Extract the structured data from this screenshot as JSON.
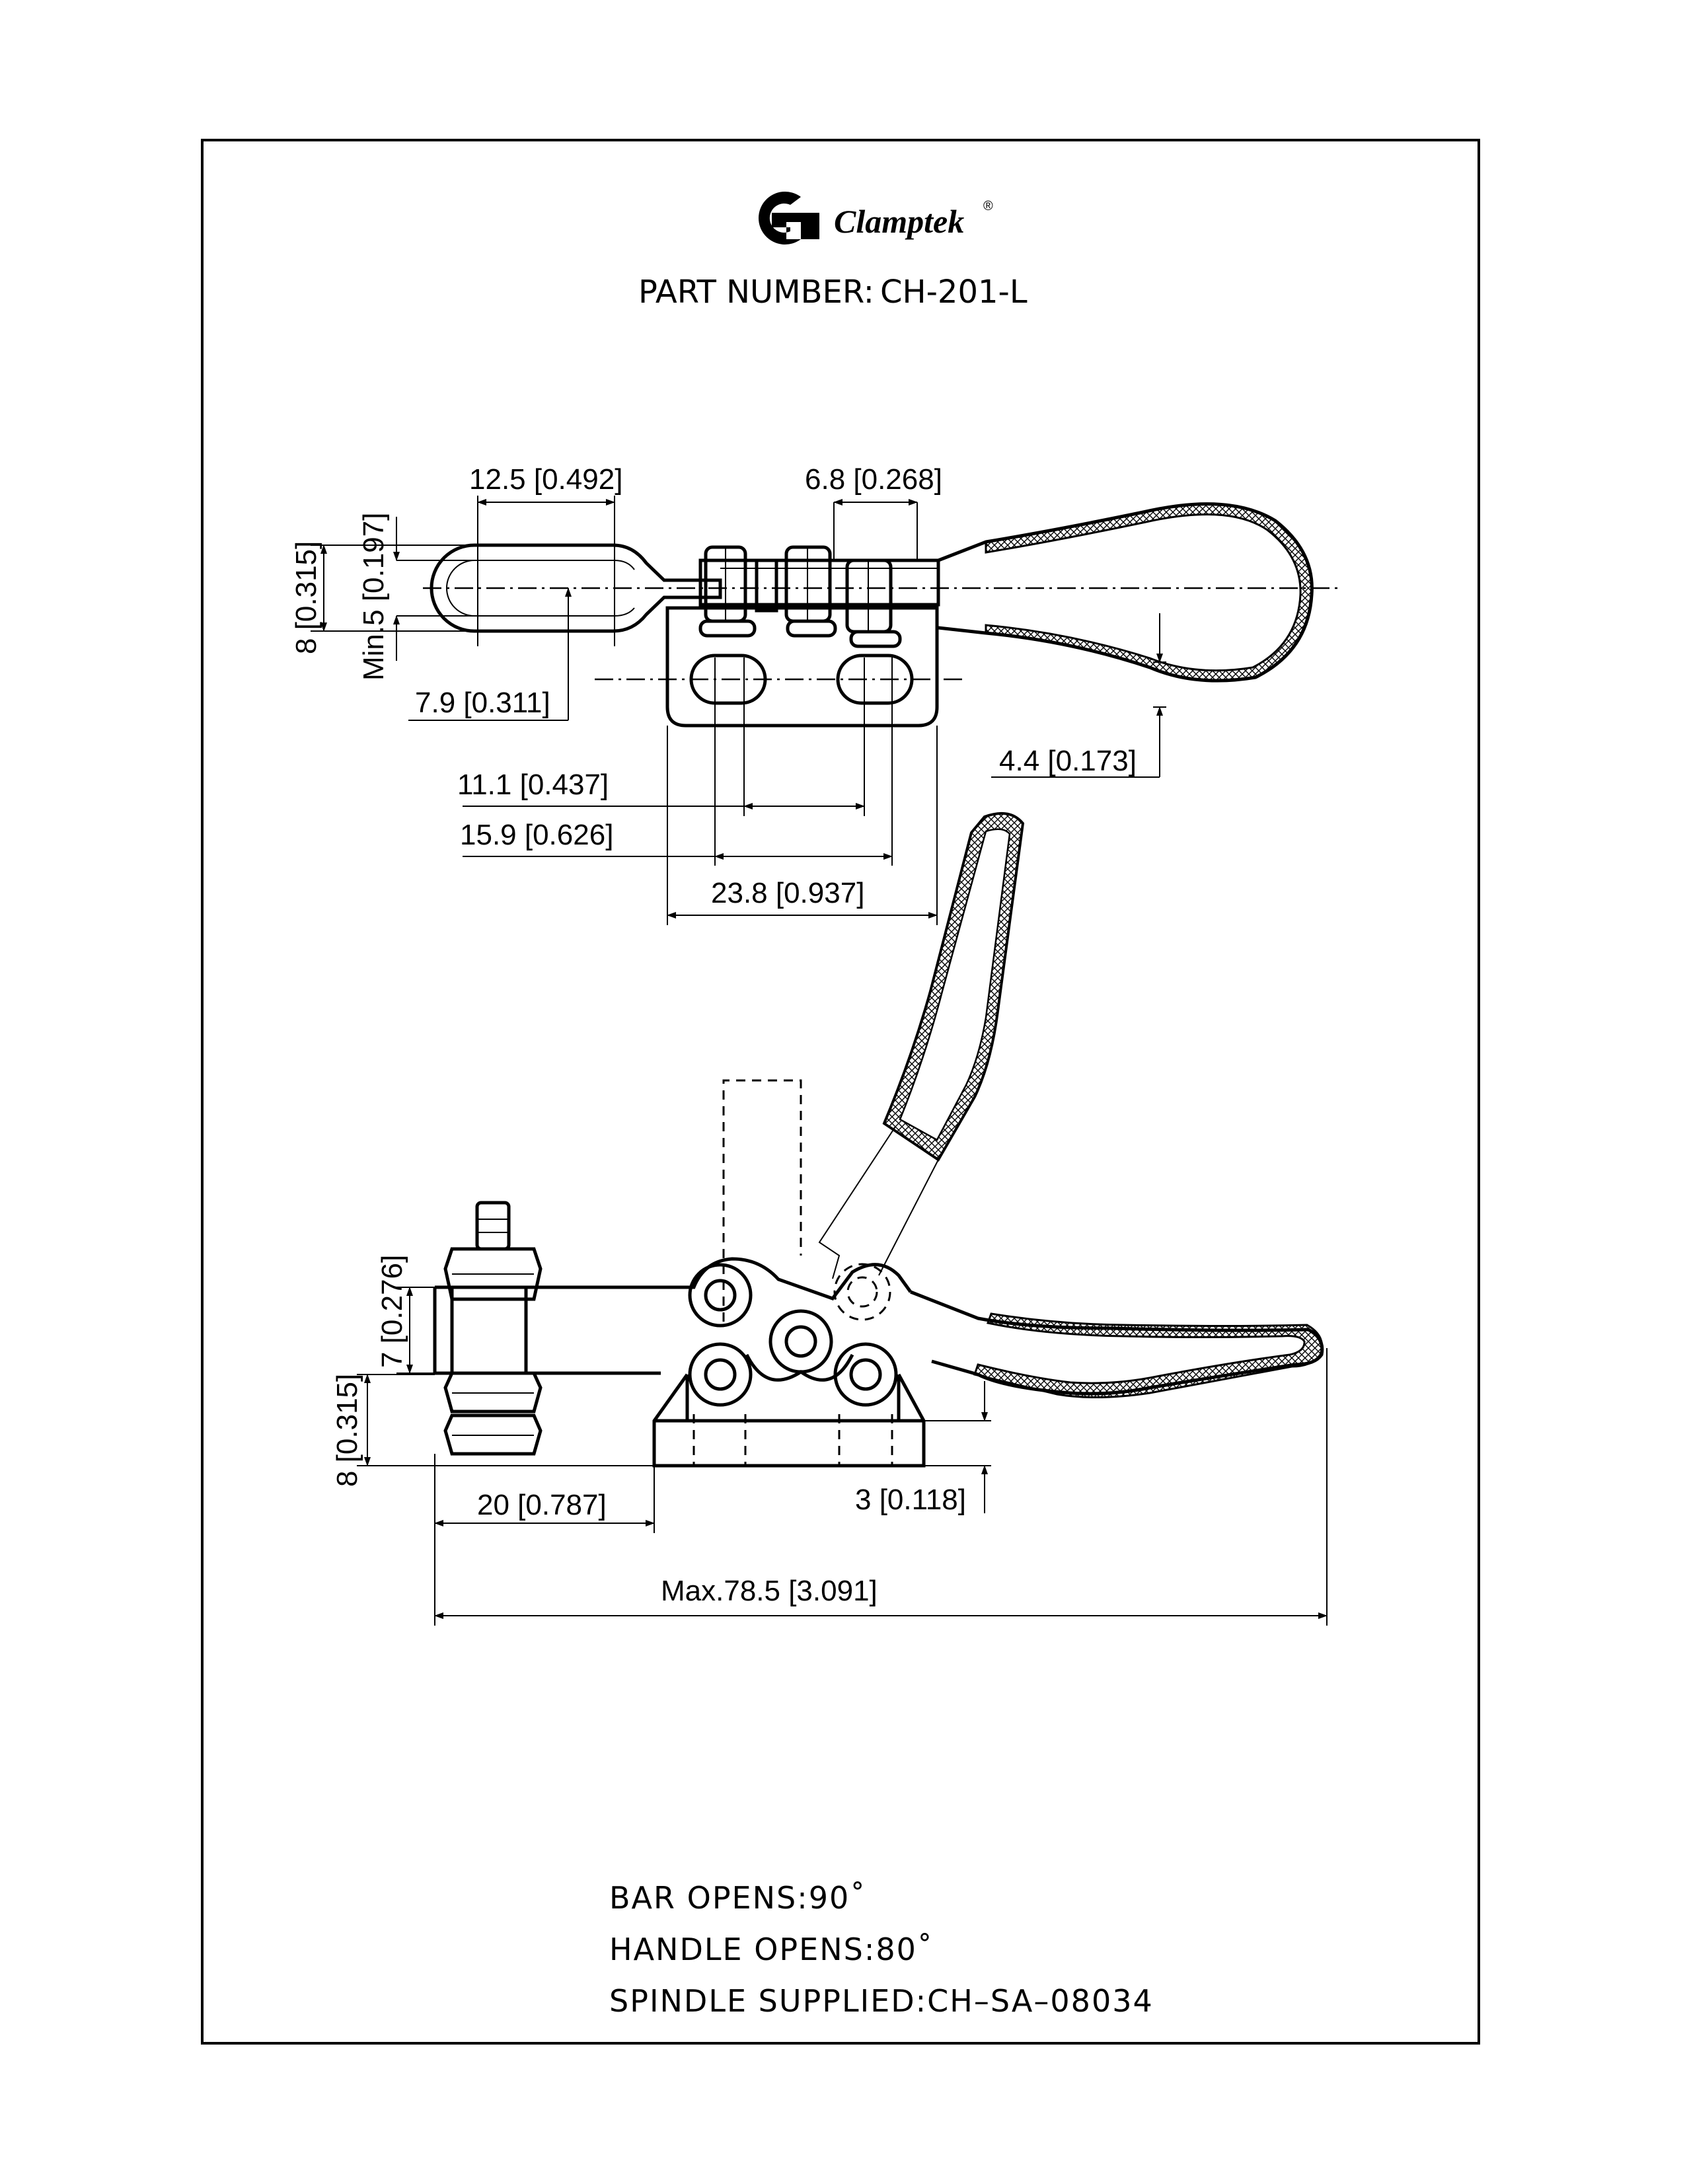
{
  "brand": {
    "name": "Clamptek",
    "registered_mark": "®"
  },
  "title": {
    "label": "PART NUMBER:",
    "part_number": "CH-201-L"
  },
  "top_view": {
    "dimensions": {
      "d_12_5": "12.5 [0.492]",
      "d_6_8": "6.8 [0.268]",
      "d_8_side": "8 [0.315]",
      "d_min5": "Min.5 [0.197]",
      "d_7_9": "7.9 [0.311]",
      "d_4_4": "4.4 [0.173]",
      "d_11_1": "11.1 [0.437]",
      "d_15_9": "15.9 [0.626]",
      "d_23_8": "23.8 [0.937]"
    }
  },
  "side_view": {
    "dimensions": {
      "d_7": "7 [0.276]",
      "d_8": "8 [0.315]",
      "d_20": "20 [0.787]",
      "d_3": "3 [0.118]",
      "d_max": "Max.78.5 [3.091]"
    }
  },
  "notes": {
    "bar_opens": "BAR  OPENS:90˚",
    "handle_opens": "HANDLE  OPENS:80˚",
    "spindle": "SPINDLE  SUPPLIED:CH–SA–08034"
  }
}
